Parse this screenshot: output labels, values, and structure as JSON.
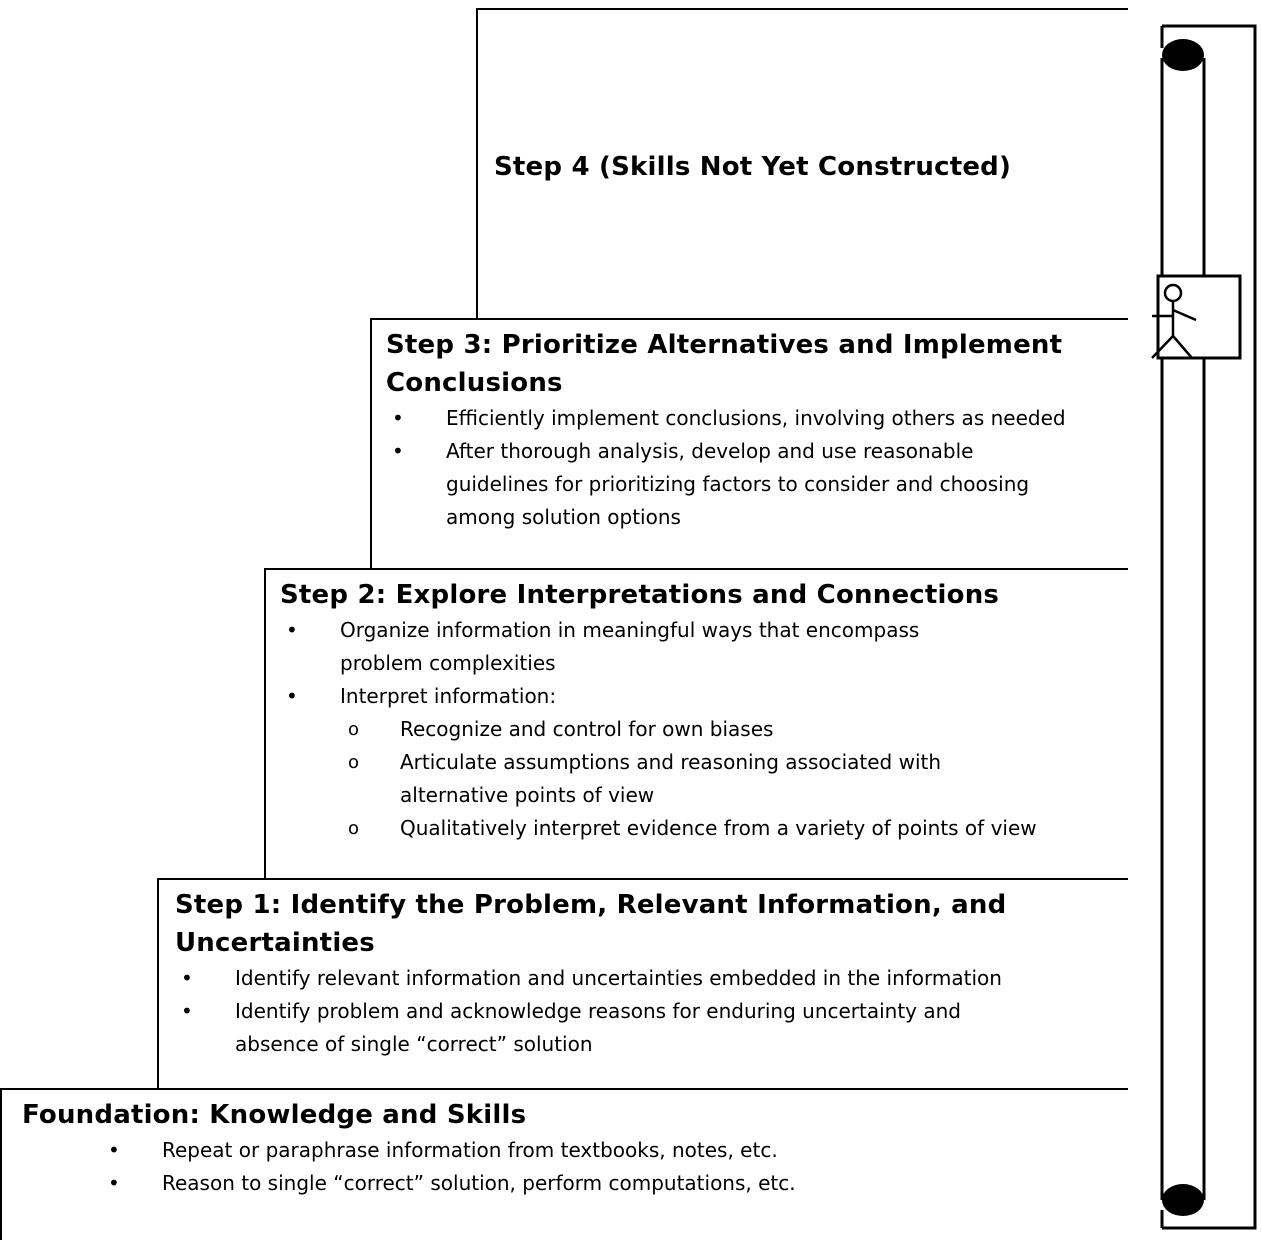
{
  "step4": {
    "title": "Step 4 (Skills Not Yet Constructed)"
  },
  "step3": {
    "title_line1": "Step 3: Prioritize Alternatives and Implement",
    "title_line2": "Conclusions",
    "bullets": [
      "Efficiently implement conclusions, involving others as needed",
      "After thorough analysis, develop and use reasonable guidelines for prioritizing factors to consider and choosing among solution options"
    ]
  },
  "step2": {
    "title": "Step 2: Explore Interpretations and Connections",
    "bullets": [
      "Organize information in meaningful ways that encompass problem complexities",
      "Interpret information:"
    ],
    "sub_bullets": [
      "Recognize and control for own biases",
      "Articulate assumptions and reasoning associated with alternative points of view",
      "Qualitatively interpret evidence from a variety of points of view"
    ]
  },
  "step1": {
    "title_line1": "Step 1: Identify the Problem, Relevant Information, and",
    "title_line2": "Uncertainties",
    "bullets": [
      "Identify relevant information and uncertainties embedded in the information",
      "Identify problem and acknowledge reasons for enduring uncertainty and absence of single “correct” solution"
    ]
  },
  "foundation": {
    "title": "Foundation: Knowledge and Skills",
    "bullets": [
      "Repeat or paraphrase information from textbooks, notes, etc.",
      "Reason to single “correct” solution, perform computations, etc."
    ]
  },
  "icons": {
    "elevator": "elevator-shaft-icon",
    "person": "stick-figure-icon"
  }
}
